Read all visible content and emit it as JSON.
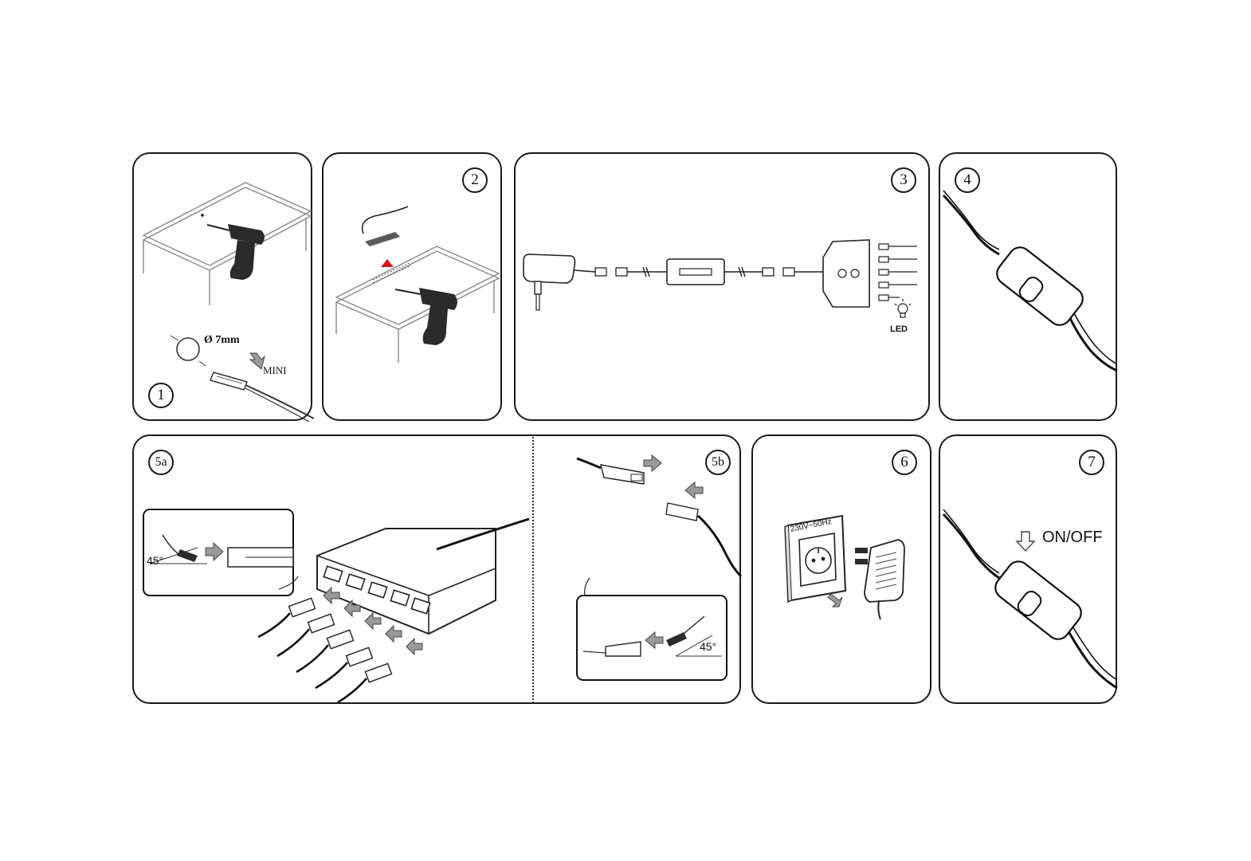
{
  "panels": {
    "p1": {
      "step": "1",
      "diameter_label": "Ø 7mm",
      "connector_label": "MINI"
    },
    "p2": {
      "step": "2"
    },
    "p3": {
      "step": "3",
      "led_label": "LED"
    },
    "p4": {
      "step": "4"
    },
    "p5a": {
      "step": "5a",
      "angle_label": "45°"
    },
    "p5b": {
      "step": "5b",
      "angle_label": "45°"
    },
    "p6": {
      "step": "6",
      "voltage_label": "230V~50Hz"
    },
    "p7": {
      "step": "7",
      "switch_label": "ON/OFF"
    }
  },
  "colors": {
    "line": "#1a1a1a",
    "arrow_fill": "#9a9a9a",
    "led_arrow": "#d01a1a",
    "drill": "#2b2b2b"
  }
}
